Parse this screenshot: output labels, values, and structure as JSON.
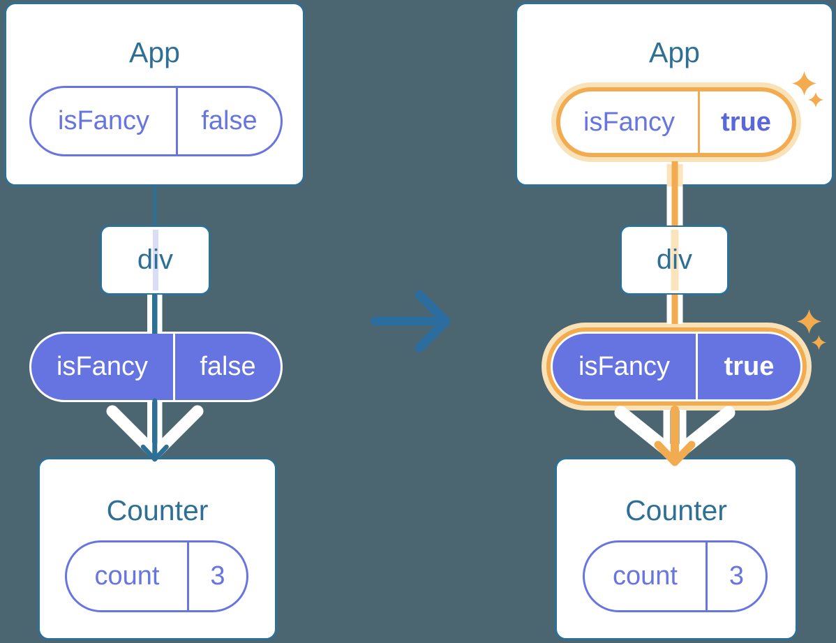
{
  "colors": {
    "background": "#4C6671",
    "teal": "#2E6F96",
    "purple": "#6775E0",
    "purple_fill": "#6674E2",
    "purple_bold": "#5A66DC",
    "orange": "#F2AB4E",
    "orange_glow": "#FAE2B8",
    "orange_pale": "#FBE4BC",
    "lavender": "#D9DEF6",
    "arrow_blue": "#2C6DA0",
    "white": "#FFFFFF"
  },
  "icons": {
    "transition_arrow": "right-arrow",
    "sparkle": "four-point-star"
  },
  "before": {
    "app": {
      "title": "App",
      "prop": {
        "name": "isFancy",
        "value": "false"
      }
    },
    "div": {
      "label": "div"
    },
    "passed_prop": {
      "name": "isFancy",
      "value": "false"
    },
    "counter": {
      "title": "Counter",
      "state": {
        "name": "count",
        "value": "3"
      }
    }
  },
  "after": {
    "app": {
      "title": "App",
      "prop": {
        "name": "isFancy",
        "value": "true"
      }
    },
    "div": {
      "label": "div"
    },
    "passed_prop": {
      "name": "isFancy",
      "value": "true"
    },
    "counter": {
      "title": "Counter",
      "state": {
        "name": "count",
        "value": "3"
      }
    }
  }
}
